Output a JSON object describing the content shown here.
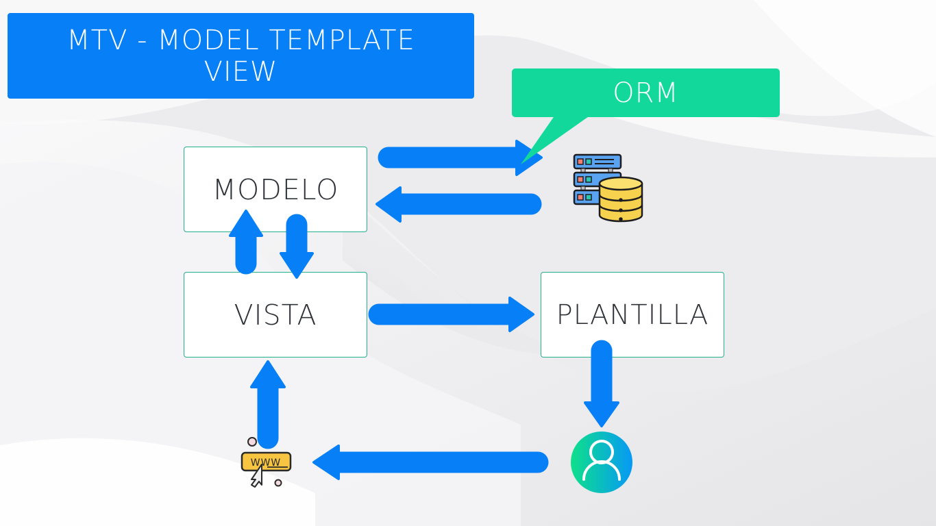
{
  "title": {
    "line1": "MTV - MODEL TEMPLATE",
    "line2": "VIEW"
  },
  "callout": {
    "label": "ORM"
  },
  "nodes": {
    "modelo": "MODELO",
    "vista": "VISTA",
    "plantilla": "PLANTILLA"
  },
  "icons": {
    "database": "database-server-icon",
    "user": "user-icon",
    "web": "www-browser-cursor-icon",
    "www_text": "WWW"
  },
  "colors": {
    "title_bg": "#0780f7",
    "callout_bg": "#13d89b",
    "arrow": "#0780f7",
    "node_border": "#24b08f",
    "node_text": "#2f3338"
  },
  "flows": [
    {
      "from": "MODELO",
      "to": "ORM database"
    },
    {
      "from": "ORM database",
      "to": "MODELO"
    },
    {
      "from": "VISTA",
      "to": "MODELO"
    },
    {
      "from": "MODELO",
      "to": "VISTA"
    },
    {
      "from": "VISTA",
      "to": "PLANTILLA"
    },
    {
      "from": "PLANTILLA",
      "to": "user"
    },
    {
      "from": "user",
      "to": "web browser"
    },
    {
      "from": "web browser",
      "to": "VISTA"
    }
  ]
}
